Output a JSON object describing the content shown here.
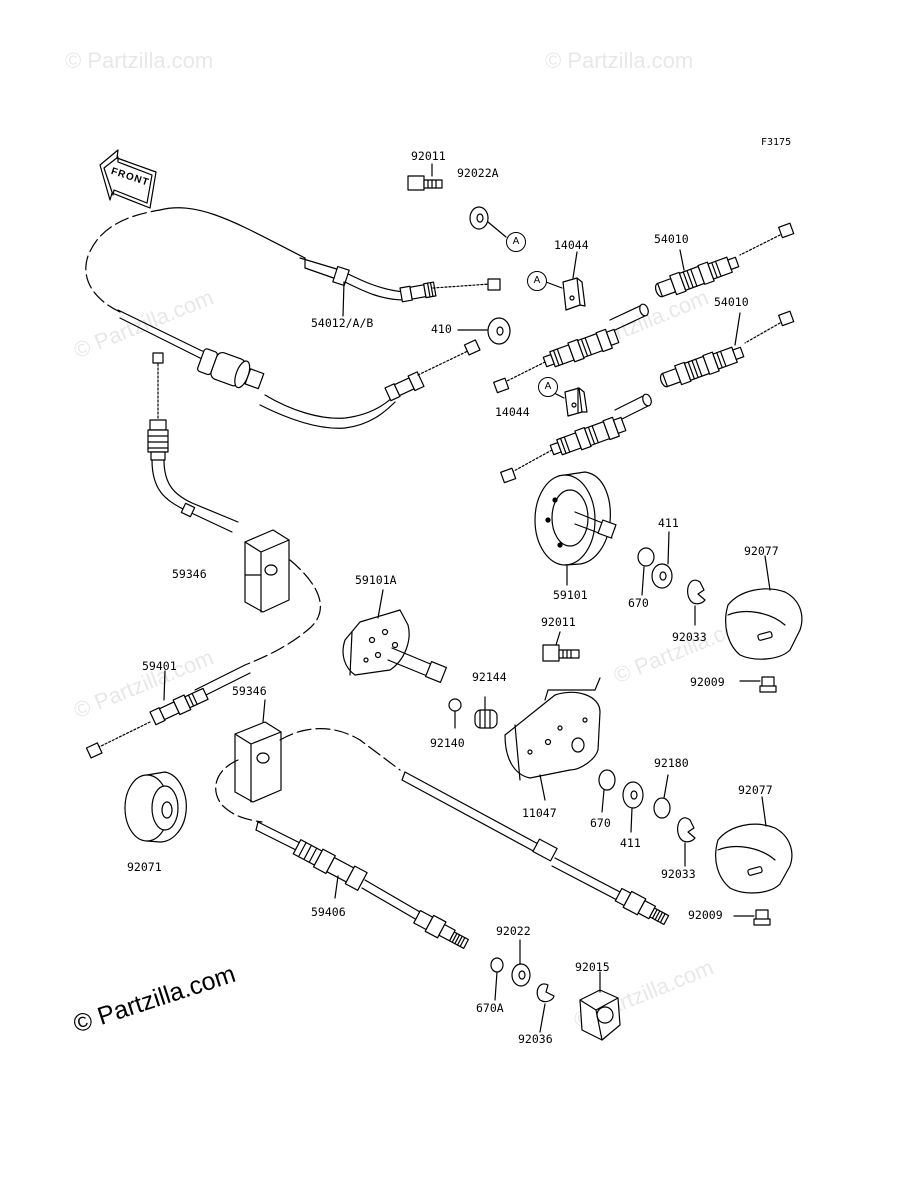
{
  "figure_code": "F3175",
  "front_label": "FRONT",
  "callout_letter": "A",
  "watermark": "© Partzilla.com",
  "parts": {
    "p92011_top": "92011",
    "p92022A": "92022A",
    "p14044_top": "14044",
    "p54010_top": "54010",
    "p54010_mid": "54010",
    "p54012": "54012/A/B",
    "p410": "410",
    "p14044_bot": "14044",
    "p411_top": "411",
    "p92077_top": "92077",
    "p670_top": "670",
    "p59101": "59101",
    "p92033_top": "92033",
    "p59346_top": "59346",
    "p59101A": "59101A",
    "p92011_mid": "92011",
    "p59401": "59401",
    "p92009_top": "92009",
    "p59346_mid": "59346",
    "p92144": "92144",
    "p92140": "92140",
    "p92180": "92180",
    "p92077_bot": "92077",
    "p670_mid": "670",
    "p411_mid": "411",
    "p11047": "11047",
    "p92033_bot": "92033",
    "p92071": "92071",
    "p59406": "59406",
    "p92009_bot": "92009",
    "p92022": "92022",
    "p92015": "92015",
    "p670A": "670A",
    "p92036": "92036"
  },
  "colors": {
    "ink": "#000000",
    "paper": "#ffffff"
  }
}
